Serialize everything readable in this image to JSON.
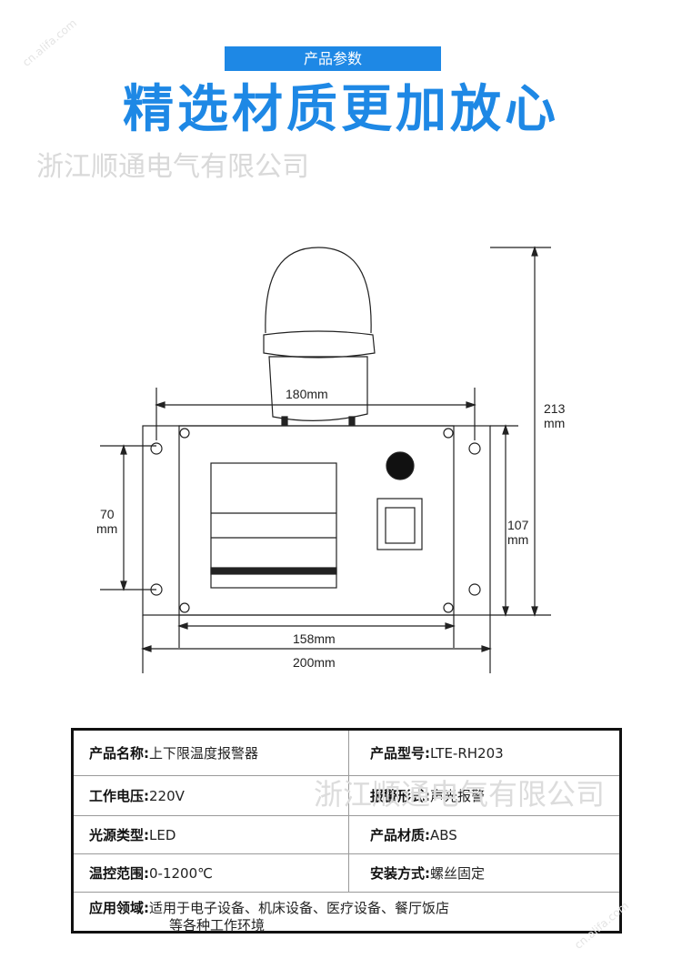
{
  "header": {
    "badge": "产品参数",
    "headline": "精选材质更加放心",
    "watermark": "浙江顺通电气有限公司",
    "watermark_small": "cn.alifa.com"
  },
  "dimensions": {
    "width_180": "180mm",
    "height_213_line1": "213",
    "height_213_line2": "mm",
    "height_70_line1": "70",
    "height_70_line2": "mm",
    "height_107_line1": "107",
    "height_107_line2": "mm",
    "width_158": "158mm",
    "width_200": "200mm"
  },
  "specs": {
    "row1": {
      "left_label": "产品名称:",
      "left_value": "上下限温度报警器",
      "right_label": "产品型号:",
      "right_value": "LTE-RH203"
    },
    "row2": {
      "left_label": "工作电压:",
      "left_value": "220V",
      "right_label": "报警形式:",
      "right_value": "声光报警"
    },
    "row3": {
      "left_label": "光源类型:",
      "left_value": "LED",
      "right_label": "产品材质:",
      "right_value": "ABS"
    },
    "row4": {
      "left_label": "温控范围:",
      "left_value": "0-1200℃",
      "right_label": "安装方式:",
      "right_value": "螺丝固定"
    },
    "row5": {
      "label": "应用领域:",
      "value_line1": "适用于电子设备、机床设备、医疗设备、餐厅饭店",
      "value_line2": "等各种工作环境"
    }
  },
  "colors": {
    "accent": "#1e88e5",
    "line": "#222222"
  }
}
